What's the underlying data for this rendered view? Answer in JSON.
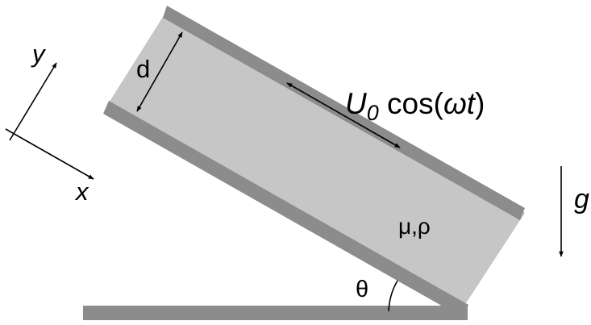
{
  "labels": {
    "axis_y": "y",
    "axis_x": "x",
    "gap": "d",
    "velocity_main": "U",
    "velocity_sub": "0",
    "velocity_rest": " cos(",
    "omega": "ω",
    "time": "t",
    "close_paren": ")",
    "fluid_props": "μ,ρ",
    "angle": "θ",
    "gravity": "g"
  },
  "colors": {
    "plate": "#8c8c8c",
    "fluid": "#c6c6c6",
    "stroke": "#000000"
  }
}
